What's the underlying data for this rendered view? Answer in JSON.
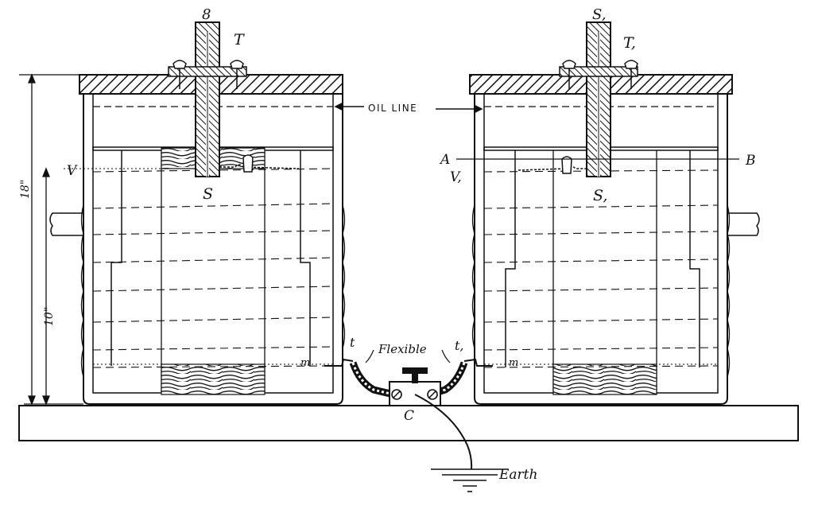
{
  "labels": {
    "bushing_left_top": "8",
    "bushing_right_top": "S,",
    "terminal_left": "T",
    "terminal_right": "T,",
    "oil_line": "OIL LINE",
    "point_a": "A",
    "point_b": "B",
    "level_left": "V",
    "level_right": "V,",
    "stud_left": "S",
    "stud_right": "S,",
    "height_total": "18\"",
    "height_lower": "10\"",
    "lead_left": "t",
    "lead_right": "t,",
    "flexible": "Flexible",
    "mark_left": "m",
    "mark_right": "m",
    "clamp": "C",
    "earth": "Earth"
  },
  "colors": {
    "ink": "#111111",
    "paper": "#ffffff"
  }
}
